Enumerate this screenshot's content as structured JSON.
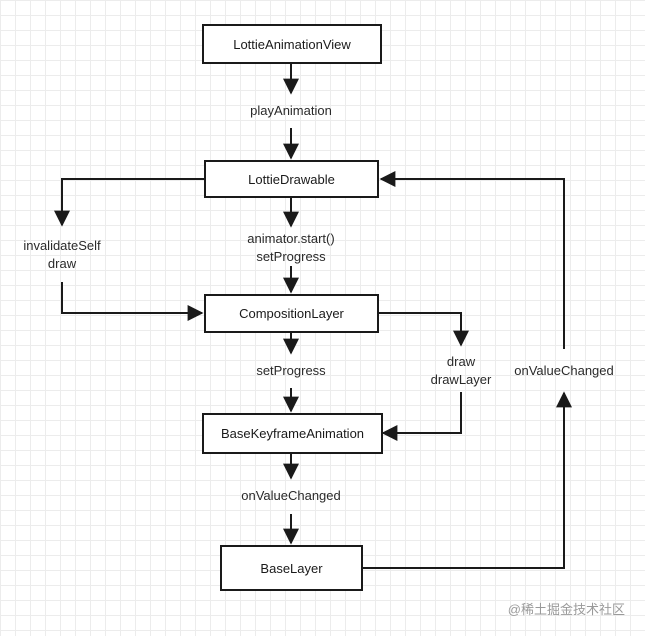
{
  "nodes": {
    "lottie_animation_view": "LottieAnimationView",
    "lottie_drawable": "LottieDrawable",
    "composition_layer": "CompositionLayer",
    "base_keyframe_animation": "BaseKeyframeAnimation",
    "base_layer": "BaseLayer"
  },
  "edge_labels": {
    "play_animation": "playAnimation",
    "animator_start": "animator.start()",
    "set_progress_1": "setProgress",
    "invalidate_self": "invalidateSelf",
    "draw_left": "draw",
    "set_progress_2": "setProgress",
    "draw_right": "draw",
    "draw_layer": "drawLayer",
    "on_value_changed_mid": "onValueChanged",
    "on_value_changed_right": "onValueChanged"
  },
  "watermark": "@稀土掘金技术社区"
}
